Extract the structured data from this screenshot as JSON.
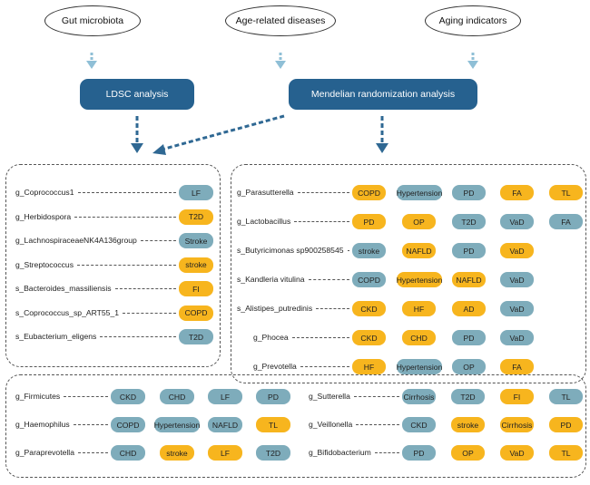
{
  "sources": [
    "Gut microbiota",
    "Age-related diseases",
    "Aging indicators"
  ],
  "methods": {
    "ldsc": "LDSC analysis",
    "mr": "Mendelian randomization analysis"
  },
  "colors": {
    "blue_pill": "#7eacbb",
    "orange_pill": "#f7b51e",
    "method_box": "#26618f",
    "arrow_light": "#8fbfd6",
    "arrow_dark": "#2f6893"
  },
  "ldsc_panel": [
    {
      "taxon": "g_Coprococcus1",
      "traits": [
        {
          "t": "LF",
          "c": "blue"
        }
      ]
    },
    {
      "taxon": "g_Herbidospora",
      "traits": [
        {
          "t": "T2D",
          "c": "orange"
        }
      ]
    },
    {
      "taxon": "g_LachnospiraceaeNK4A136group",
      "traits": [
        {
          "t": "Stroke",
          "c": "blue"
        }
      ]
    },
    {
      "taxon": "g_Streptococcus",
      "traits": [
        {
          "t": "stroke",
          "c": "orange"
        }
      ]
    },
    {
      "taxon": "s_Bacteroides_massiliensis",
      "traits": [
        {
          "t": "FI",
          "c": "orange"
        }
      ]
    },
    {
      "taxon": "s_Coprococcus_sp_ART55_1",
      "traits": [
        {
          "t": "COPD",
          "c": "orange"
        }
      ]
    },
    {
      "taxon": "s_Eubacterium_eligens",
      "traits": [
        {
          "t": "T2D",
          "c": "blue"
        }
      ]
    }
  ],
  "mr_panel": [
    {
      "taxon": "g_Parasutterella",
      "traits": [
        {
          "t": "COPD",
          "c": "orange"
        },
        {
          "t": "Hypertension",
          "c": "blue"
        },
        {
          "t": "PD",
          "c": "blue"
        },
        {
          "t": "FA",
          "c": "orange"
        },
        {
          "t": "TL",
          "c": "orange"
        }
      ]
    },
    {
      "taxon": "g_Lactobacillus",
      "traits": [
        {
          "t": "PD",
          "c": "orange"
        },
        {
          "t": "OP",
          "c": "orange"
        },
        {
          "t": "T2D",
          "c": "blue"
        },
        {
          "t": "VaD",
          "c": "blue"
        },
        {
          "t": "FA",
          "c": "blue"
        }
      ]
    },
    {
      "taxon": "s_Butyricimonas sp900258545",
      "traits": [
        {
          "t": "stroke",
          "c": "blue"
        },
        {
          "t": "NAFLD",
          "c": "orange"
        },
        {
          "t": "PD",
          "c": "blue"
        },
        {
          "t": "VaD",
          "c": "orange"
        }
      ]
    },
    {
      "taxon": "s_Kandleria vitulina",
      "traits": [
        {
          "t": "COPD",
          "c": "blue"
        },
        {
          "t": "Hypertension",
          "c": "orange"
        },
        {
          "t": "NAFLD",
          "c": "orange"
        },
        {
          "t": "VaD",
          "c": "blue"
        }
      ]
    },
    {
      "taxon": "s_Alistipes_putredinis",
      "traits": [
        {
          "t": "CKD",
          "c": "orange"
        },
        {
          "t": "HF",
          "c": "orange"
        },
        {
          "t": "AD",
          "c": "orange"
        },
        {
          "t": "VaD",
          "c": "blue"
        }
      ]
    },
    {
      "taxon": "g_Phocea",
      "traits": [
        {
          "t": "CKD",
          "c": "orange"
        },
        {
          "t": "CHD",
          "c": "orange"
        },
        {
          "t": "PD",
          "c": "blue"
        },
        {
          "t": "VaD",
          "c": "blue"
        }
      ]
    },
    {
      "taxon": "g_Prevotella",
      "traits": [
        {
          "t": "HF",
          "c": "orange"
        },
        {
          "t": "Hypertension",
          "c": "blue"
        },
        {
          "t": "OP",
          "c": "blue"
        },
        {
          "t": "FA",
          "c": "orange"
        }
      ]
    }
  ],
  "bottom_left": [
    {
      "taxon": "g_Firmicutes",
      "traits": [
        {
          "t": "CKD",
          "c": "blue"
        },
        {
          "t": "CHD",
          "c": "blue"
        },
        {
          "t": "LF",
          "c": "blue"
        },
        {
          "t": "PD",
          "c": "blue"
        }
      ]
    },
    {
      "taxon": "g_Haemophilus",
      "traits": [
        {
          "t": "COPD",
          "c": "blue"
        },
        {
          "t": "Hypertension",
          "c": "blue"
        },
        {
          "t": "NAFLD",
          "c": "blue"
        },
        {
          "t": "TL",
          "c": "orange"
        }
      ]
    },
    {
      "taxon": "g_Paraprevotella",
      "traits": [
        {
          "t": "CHD",
          "c": "blue"
        },
        {
          "t": "stroke",
          "c": "orange"
        },
        {
          "t": "LF",
          "c": "orange"
        },
        {
          "t": "T2D",
          "c": "blue"
        }
      ]
    }
  ],
  "bottom_right": [
    {
      "taxon": "g_Sutterella",
      "traits": [
        {
          "t": "Cirrhosis",
          "c": "blue"
        },
        {
          "t": "T2D",
          "c": "blue"
        },
        {
          "t": "FI",
          "c": "orange"
        },
        {
          "t": "TL",
          "c": "blue"
        }
      ]
    },
    {
      "taxon": "g_Veillonella",
      "traits": [
        {
          "t": "CKD",
          "c": "blue"
        },
        {
          "t": "stroke",
          "c": "orange"
        },
        {
          "t": "Cirrhosis",
          "c": "orange"
        },
        {
          "t": "PD",
          "c": "orange"
        }
      ]
    },
    {
      "taxon": "g_Bifidobacterium",
      "traits": [
        {
          "t": "PD",
          "c": "blue"
        },
        {
          "t": "OP",
          "c": "orange"
        },
        {
          "t": "VaD",
          "c": "orange"
        },
        {
          "t": "TL",
          "c": "orange"
        }
      ]
    }
  ]
}
